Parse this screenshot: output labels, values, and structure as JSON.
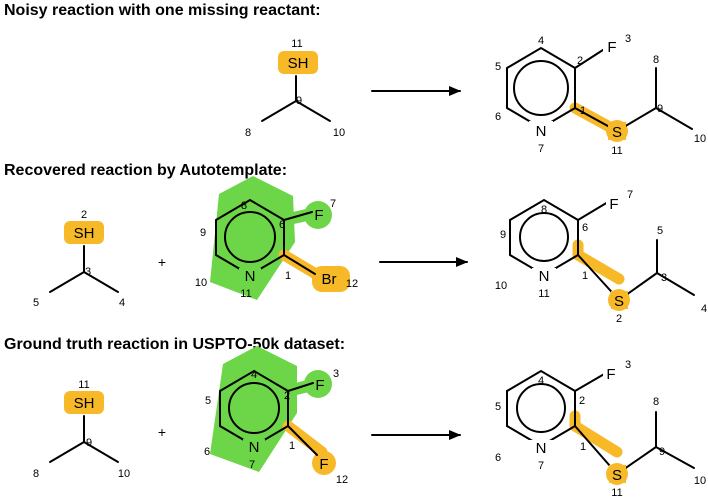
{
  "colors": {
    "reaction_center_highlight": "#f7b928",
    "ring_highlight": "#6cd648",
    "ink": "#000000"
  },
  "sections": [
    {
      "title": "Noisy reaction with one missing reactant:",
      "reactant_1": {
        "atom_sh": "SH",
        "nums": {
          "sh": "11",
          "c": "9",
          "me1": "8",
          "me2": "10"
        }
      },
      "product": {
        "atom_f": "F",
        "atom_n": "N",
        "atom_s": "S",
        "nums": {
          "f": "3",
          "r4": "4",
          "r2": "2",
          "r5": "5",
          "r1": "1",
          "r6": "6",
          "n": "7",
          "s": "11",
          "c": "9",
          "me1": "8",
          "me2": "10"
        }
      }
    },
    {
      "title": "Recovered reaction by Autotemplate:",
      "plus": "+",
      "reactant_1": {
        "atom_sh": "SH",
        "nums": {
          "sh": "2",
          "c": "3",
          "me1": "5",
          "me2": "4"
        }
      },
      "reactant_2": {
        "atom_f": "F",
        "atom_n": "N",
        "atom_x": "Br",
        "nums": {
          "f": "7",
          "r4": "8",
          "r2": "6",
          "r5": "9",
          "r1": "1",
          "r6": "10",
          "n": "11",
          "x": "12"
        }
      },
      "product": {
        "atom_f": "F",
        "atom_n": "N",
        "atom_s": "S",
        "nums": {
          "f": "7",
          "r4": "8",
          "r2": "6",
          "r5": "9",
          "r1": "1",
          "r6": "10",
          "n": "11",
          "s": "2",
          "c": "3",
          "me1": "5",
          "me2": "4"
        }
      }
    },
    {
      "title": "Ground truth reaction in USPTO-50k dataset:",
      "plus": "+",
      "reactant_1": {
        "atom_sh": "SH",
        "nums": {
          "sh": "11",
          "c": "9",
          "me1": "8",
          "me2": "10"
        }
      },
      "reactant_2": {
        "atom_f": "F",
        "atom_n": "N",
        "atom_x": "F",
        "nums": {
          "f": "3",
          "r4": "4",
          "r2": "2",
          "r5": "5",
          "r1": "1",
          "r6": "6",
          "n": "7",
          "x": "12"
        }
      },
      "product": {
        "atom_f": "F",
        "atom_n": "N",
        "atom_s": "S",
        "nums": {
          "f": "3",
          "r4": "4",
          "r2": "2",
          "r5": "5",
          "r1": "1",
          "r6": "6",
          "n": "7",
          "s": "11",
          "c": "9",
          "me1": "8",
          "me2": "10"
        }
      }
    }
  ]
}
